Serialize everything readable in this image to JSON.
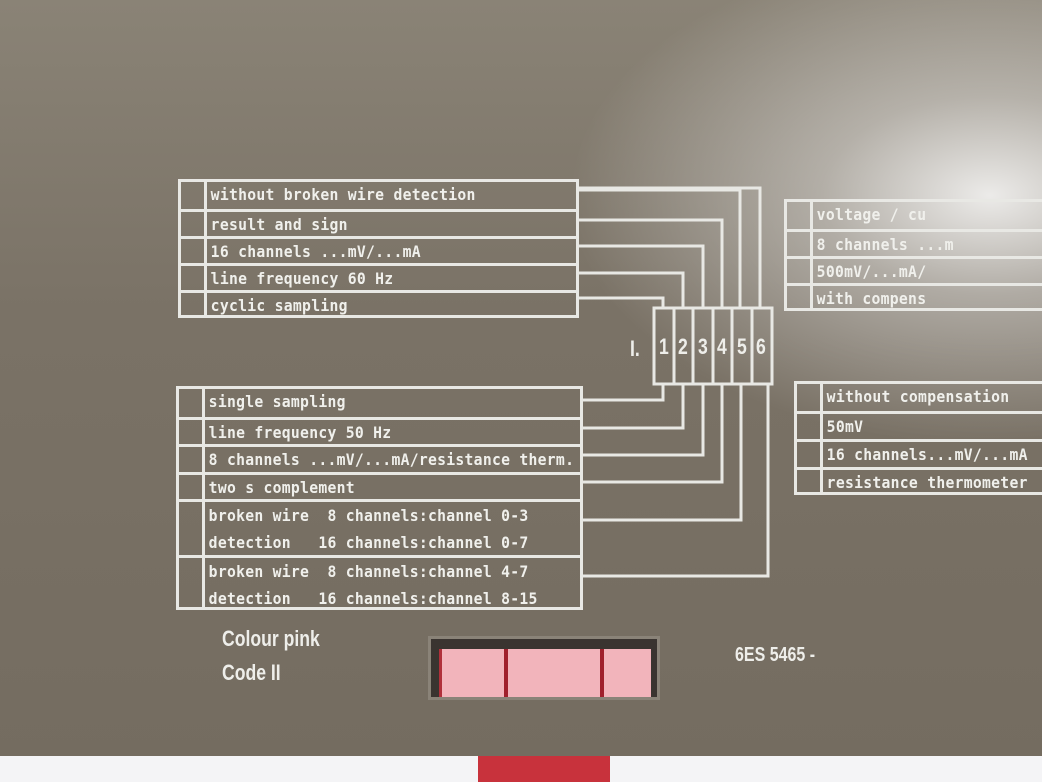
{
  "top_left_options": [
    "without broken wire detection",
    "result and sign",
    "16 channels ...mV/...mA",
    "line frequency 60 Hz",
    "cyclic sampling"
  ],
  "bottom_left_options": [
    "single sampling",
    "line frequency 50 Hz",
    "8 channels ...mV/...mA/resistance therm.",
    "two s complement",
    [
      "broken wire  8 channels:channel 0-3",
      "detection   16 channels:channel 0-7"
    ],
    [
      "broken wire  8 channels:channel 4-7",
      "detection   16 channels:channel 8-15"
    ]
  ],
  "top_right_options": [
    "voltage / cu",
    "8 channels ...m",
    "500mV/...mA/",
    "with compens"
  ],
  "bottom_right_options": [
    "without compensation",
    "50mV",
    "16 channels...mV/...mA",
    "resistance thermometer"
  ],
  "switch": {
    "label": "I.",
    "positions": [
      "1",
      "2",
      "3",
      "4",
      "5",
      "6"
    ]
  },
  "colour_label": "Colour pink",
  "code_label": "Code II",
  "part_number": "6ES 5465 -",
  "colors": {
    "panel": "#7b7366",
    "print": "#e8e8e4",
    "coding_key": "#f2b4bb"
  }
}
